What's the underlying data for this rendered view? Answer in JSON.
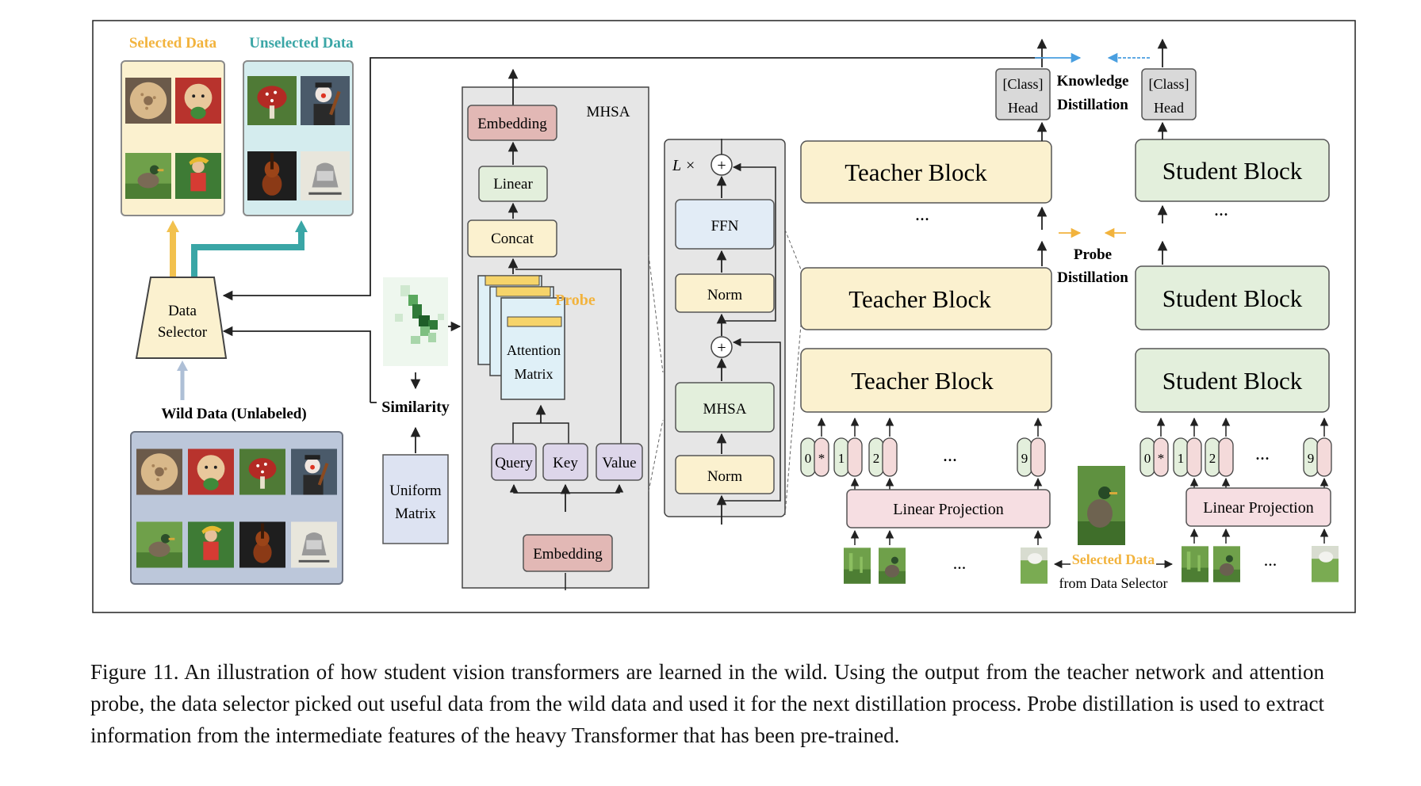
{
  "diagram": {
    "selected_data_label": "Selected Data",
    "unselected_data_label": "Unselected Data",
    "data_selector_label": [
      "Data",
      "Selector"
    ],
    "wild_data_label": "Wild Data (Unlabeled)",
    "similarity_label": "Similarity",
    "uniform_matrix_label": [
      "Uniform",
      "Matrix"
    ],
    "mhsa_box_label": "MHSA",
    "embedding_top_label": "Embedding",
    "linear_label": "Linear",
    "concat_label": "Concat",
    "probe_label": "Probe",
    "attention_matrix_label": [
      "Attention",
      "Matrix"
    ],
    "query_label": "Query",
    "key_label": "Key",
    "value_label": "Value",
    "embedding_bottom_label": "Embedding",
    "lx_label": "L ×",
    "ffn_label": "FFN",
    "norm_upper_label": "Norm",
    "mhsa_inner_label": "MHSA",
    "norm_lower_label": "Norm",
    "teacher_blocks": [
      "Teacher Block",
      "Teacher Block",
      "Teacher Block"
    ],
    "student_blocks": [
      "Student Block",
      "Student Block",
      "Student Block"
    ],
    "ellipsis": "...",
    "class_head_label": [
      "[Class]",
      "Head"
    ],
    "knowledge_distillation_label": [
      "Knowledge",
      "Distillation"
    ],
    "probe_distillation_label": [
      "Probe",
      "Distillation"
    ],
    "linear_projection_label": "Linear Projection",
    "token_labels": [
      "0",
      "*",
      "1",
      "2",
      "9"
    ],
    "selected_from_selector_label": [
      "Selected Data",
      "from Data Selector"
    ],
    "colors": {
      "selected": "#f2c14e",
      "unselected": "#3aa6a6",
      "teacher_fill": "#fbf1cf",
      "student_fill": "#e3efdc",
      "embedding_fill": "#e2b8b5",
      "query_fill": "#ddd6ea",
      "ffn_fill": "#e2ecf6",
      "attention_fill": "#dff0f7",
      "module_bg": "#e6e6e6",
      "arrow_blue": "#4a9fe0",
      "arrow_orange": "#f2b33d"
    },
    "icons": {
      "images": [
        "bagel-photo",
        "plush-toy-photo",
        "duck-photo",
        "child-photo",
        "mushroom-photo",
        "clown-photo",
        "violin-photo",
        "mechanism-photo"
      ]
    }
  },
  "caption": "Figure 11. An illustration of how student vision transformers are learned in the wild. Using the output from the teacher network and attention probe, the data selector picked out useful data from the wild data and used it for the next distillation process. Probe distillation is used to extract information from the intermediate features of the heavy Transformer that has been pre-trained."
}
